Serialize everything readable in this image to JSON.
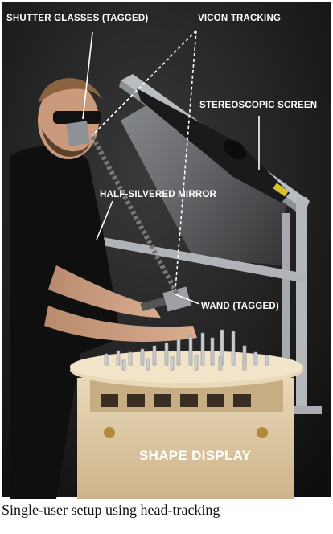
{
  "labels": {
    "shutter_glasses": "SHUTTER GLASSES (TAGGED)",
    "vicon_tracking": "VICON TRACKING",
    "stereoscopic_screen": "STEREOSCOPIC SCREEN",
    "half_silvered_mirror": "HALF-SILVERED MIRROR",
    "wand": "WAND (TAGGED)",
    "shape_display": "SHAPE DISPLAY"
  },
  "caption": "Single-user setup using head-tracking"
}
